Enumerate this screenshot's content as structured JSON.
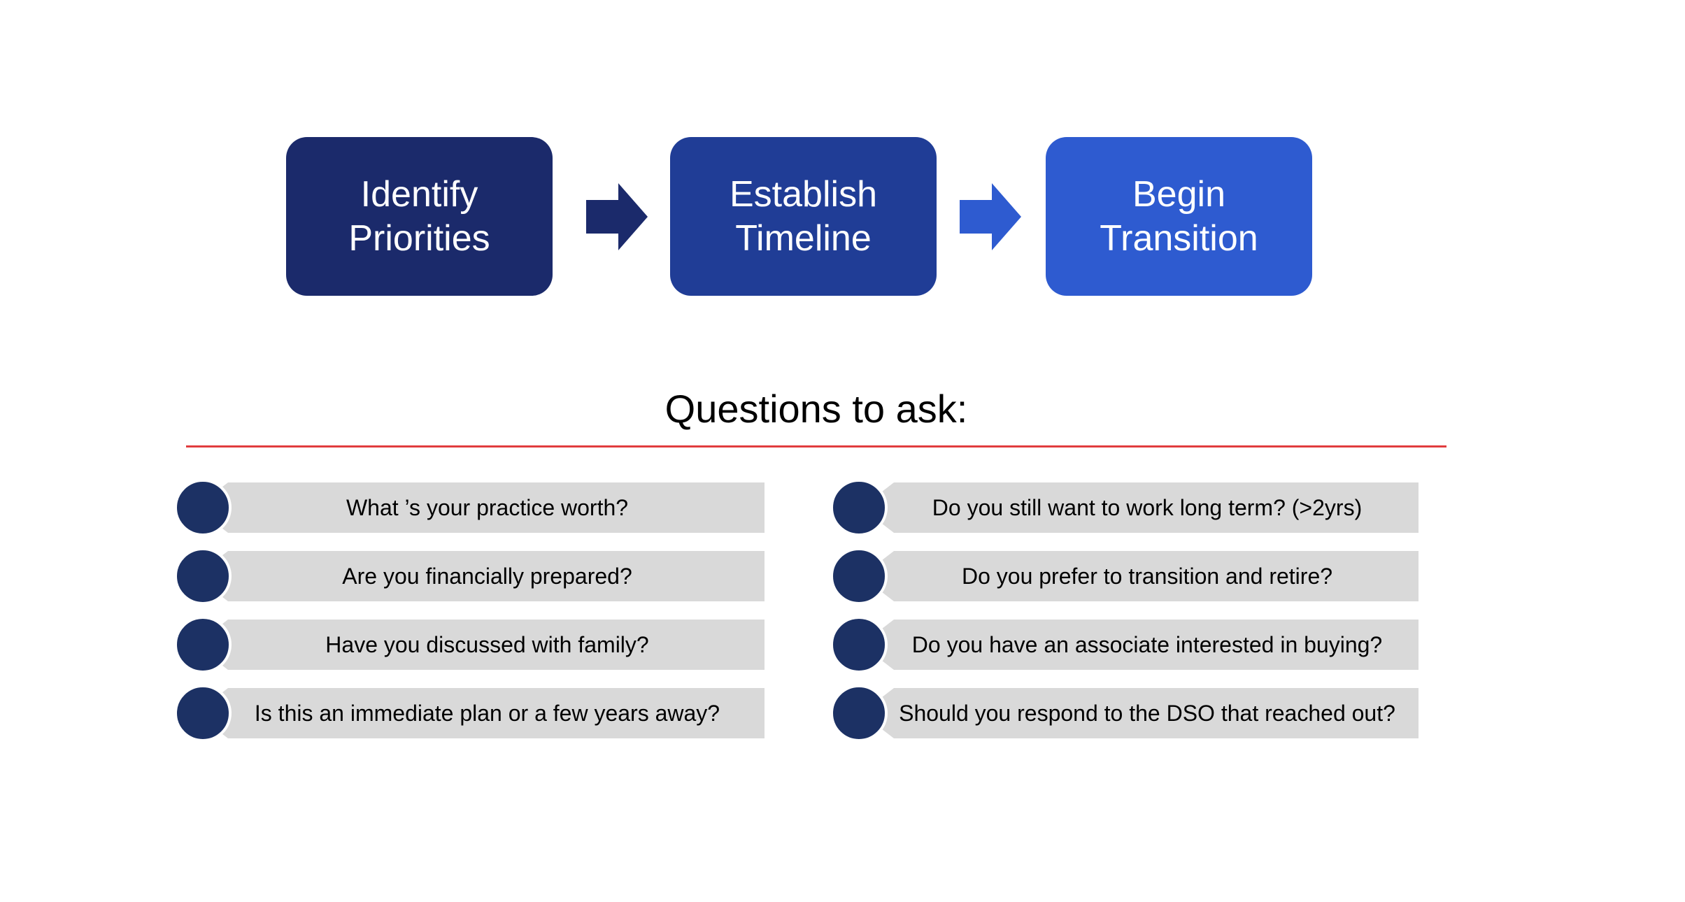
{
  "flow": {
    "steps": [
      {
        "label": "Identify Priorities",
        "color": "#1b2a6b"
      },
      {
        "label": "Establish Timeline",
        "color": "#203d96"
      },
      {
        "label": "Begin Transition",
        "color": "#2e5bd0"
      }
    ],
    "arrows": [
      {
        "color": "#1b2a6b"
      },
      {
        "color": "#2e5bd0"
      }
    ]
  },
  "section": {
    "heading": "Questions to ask:",
    "divider_color": "#e13c3e"
  },
  "questions": {
    "left": [
      "What ’s your practice worth?",
      "Are you financially prepared?",
      "Have you discussed with family?",
      "Is this an immediate plan or a few years away?"
    ],
    "right": [
      "Do you still want to work long term? (>2yrs)",
      "Do you prefer to transition and retire?",
      "Do you have an associate interested in buying?",
      "Should you respond to the DSO that reached out?"
    ]
  },
  "colors": {
    "background": "#ffffff",
    "bullet_circle": "#1c3164",
    "question_bar": "#d9d9d9",
    "box_text": "#ffffff",
    "heading_text": "#000000"
  }
}
